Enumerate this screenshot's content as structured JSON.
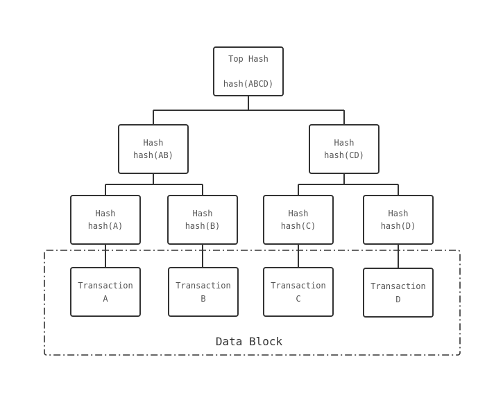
{
  "nodes": {
    "top": {
      "l1": "Top Hash",
      "l2": "hash(ABCD)"
    },
    "ab": {
      "l1": "Hash",
      "l2": "hash(AB)"
    },
    "cd": {
      "l1": "Hash",
      "l2": "hash(CD)"
    },
    "a": {
      "l1": "Hash",
      "l2": "hash(A)"
    },
    "b": {
      "l1": "Hash",
      "l2": "hash(B)"
    },
    "c": {
      "l1": "Hash",
      "l2": "hash(C)"
    },
    "d": {
      "l1": "Hash",
      "l2": "hash(D)"
    },
    "tx_a": {
      "l1": "Transaction",
      "l2": "A"
    },
    "tx_b": {
      "l1": "Transaction",
      "l2": "B"
    },
    "tx_c": {
      "l1": "Transaction",
      "l2": "C"
    },
    "tx_d": {
      "l1": "Transaction",
      "l2": "D"
    }
  },
  "data_block_label": "Data Block"
}
